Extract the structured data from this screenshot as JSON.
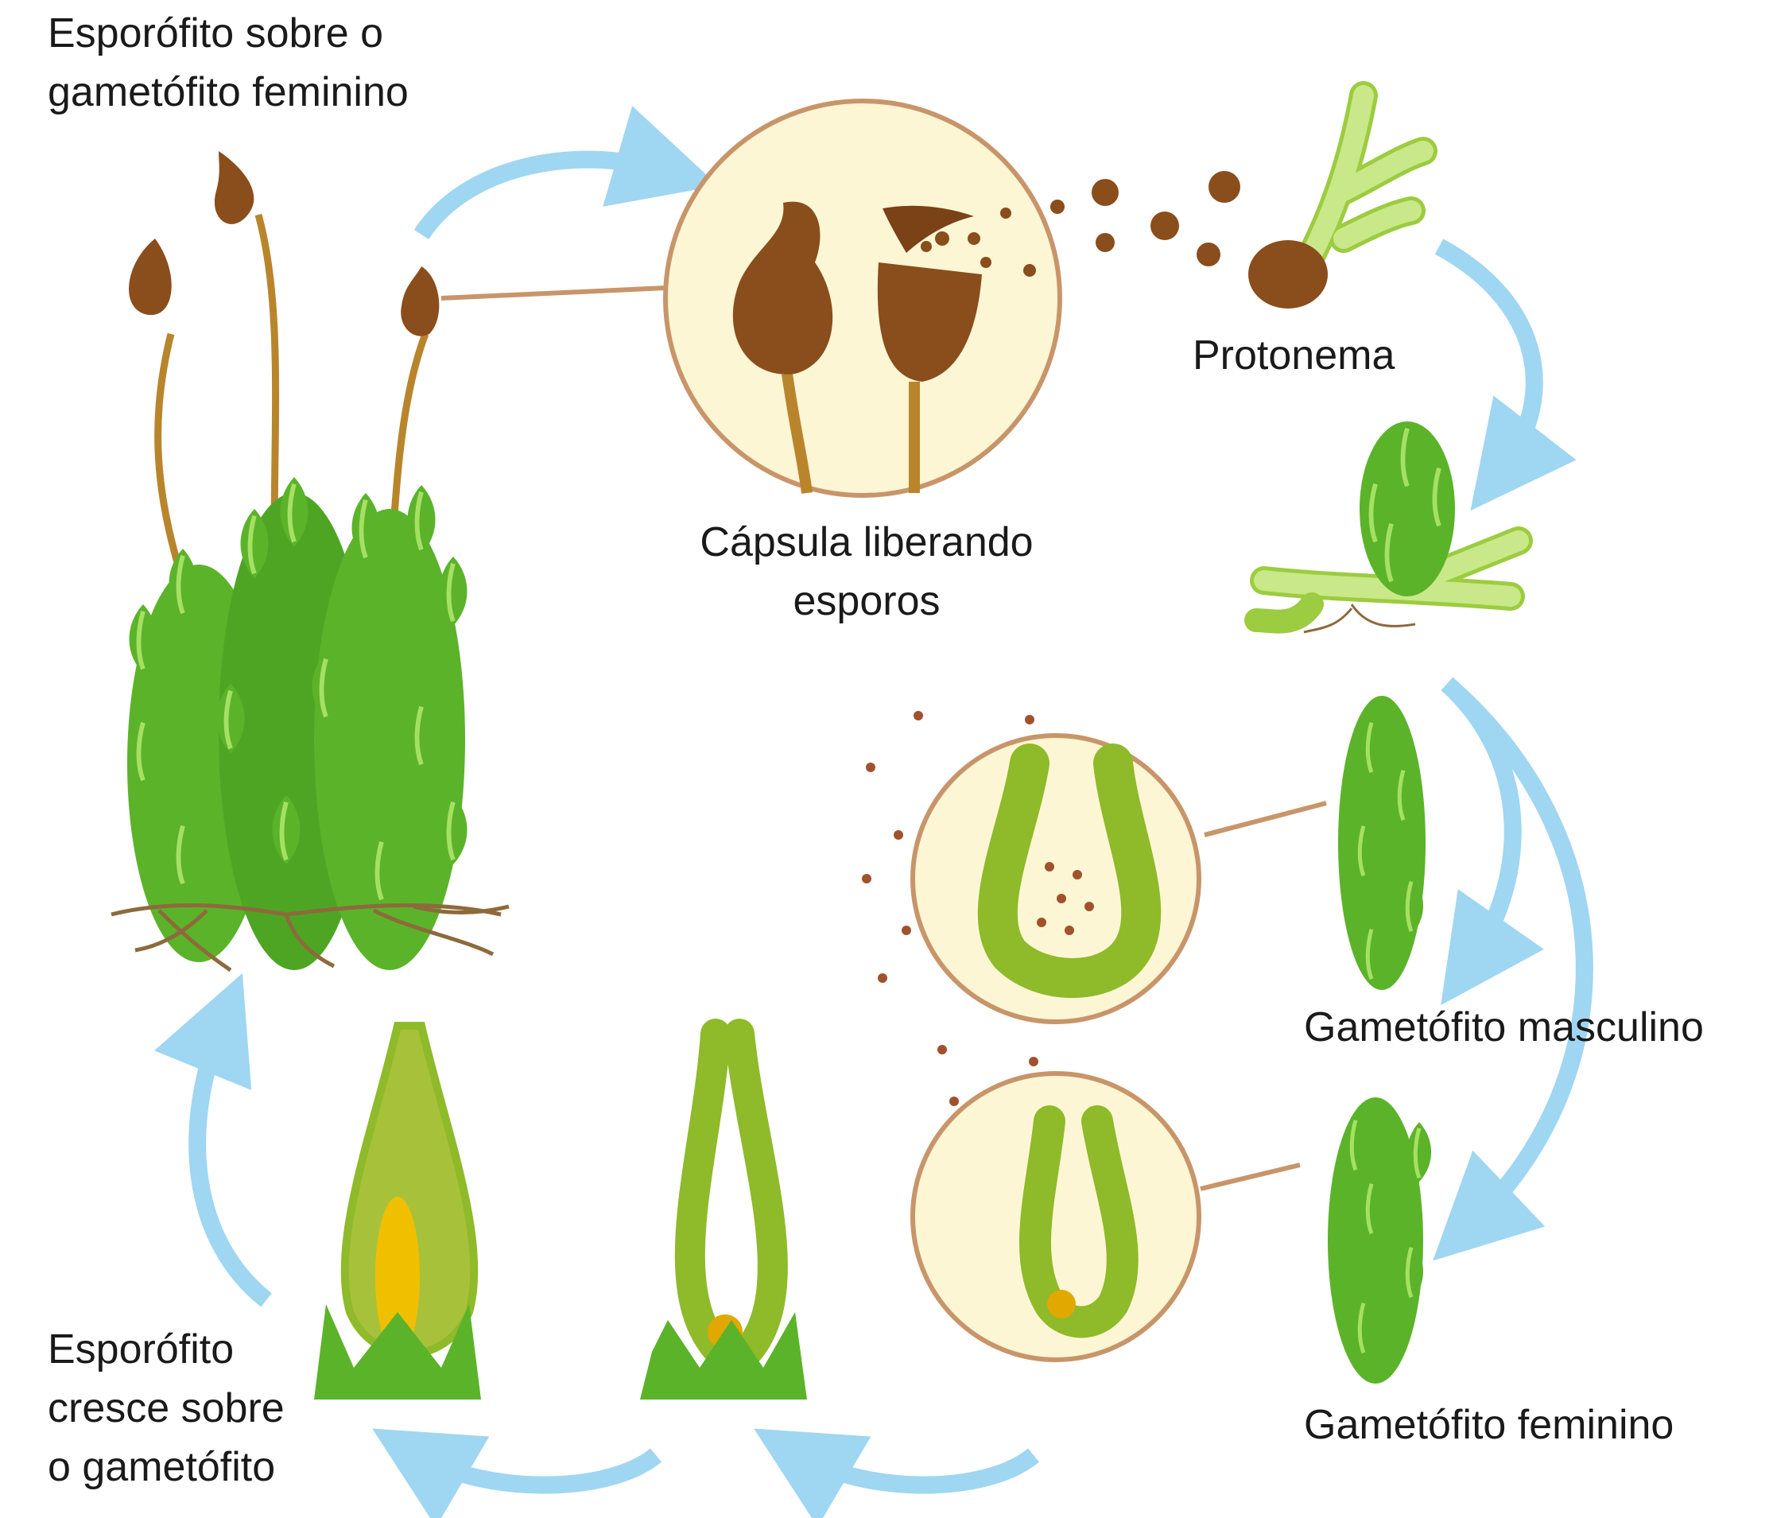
{
  "labels": {
    "sporophyte_on_female": [
      "Esporófito sobre o",
      "gametófito feminino"
    ],
    "capsule": [
      "Cápsula liberando",
      "esporos"
    ],
    "protonema": "Protonema",
    "male_gametophyte": "Gametófito masculino",
    "female_gametophyte": "Gametófito feminino",
    "sporophyte_grows": [
      "Esporófito",
      "cresce sobre",
      "o gametófito"
    ]
  },
  "colors": {
    "arrow": "#9fd6f2",
    "capsule_brown": "#8a4d1c",
    "leaf_green": "#5bb32a",
    "leaf_light": "#8fd14f",
    "inset_fill": "#fdf6d4",
    "inset_border": "#c8956a",
    "root_brown": "#8d6a3c",
    "protonema_green": "#b9df6a",
    "egg_gold": "#e0a800"
  }
}
